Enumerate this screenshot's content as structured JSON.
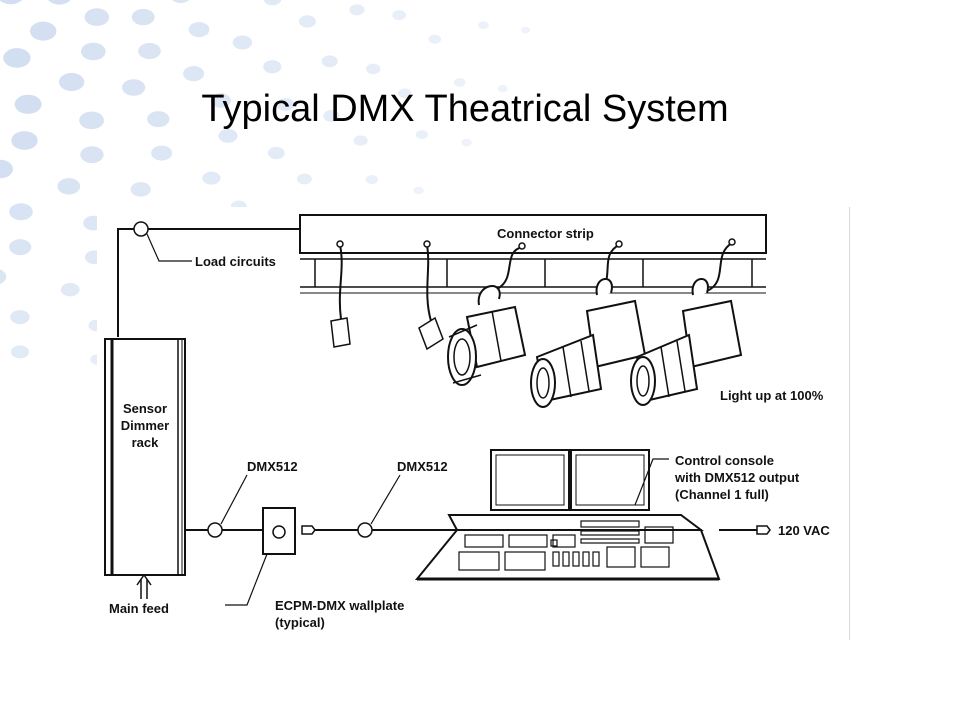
{
  "title": "Typical DMX Theatrical System",
  "colors": {
    "accent_dots": "#c9d8ee",
    "line": "#111111"
  },
  "labels": {
    "connector_strip": "Connector strip",
    "load_circuits": "Load circuits",
    "sensor_line1": "Sensor",
    "sensor_line2": "Dimmer",
    "sensor_line3": "rack",
    "light_up": "Light up at 100%",
    "dmx_left": "DMX512",
    "dmx_right": "DMX512",
    "console_line1": "Control console",
    "console_line2": "with DMX512 output",
    "console_line3": "(Channel 1 full)",
    "vac": "120 VAC",
    "main_feed": "Main feed",
    "wallplate_line1": "ECPM-DMX wallplate",
    "wallplate_line2": "(typical)"
  }
}
